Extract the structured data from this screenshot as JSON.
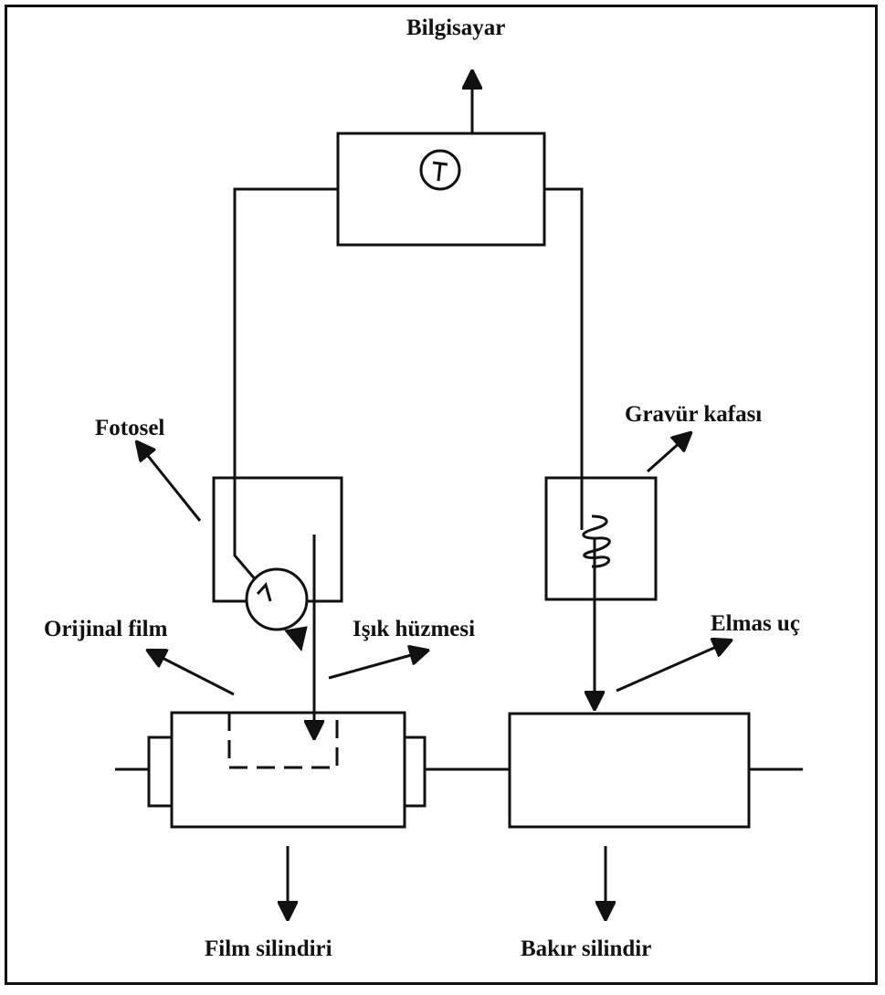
{
  "labels": {
    "computer": "Bilgisayar",
    "photocell": "Fotosel",
    "engraving_head": "Gravür kafası",
    "original_film": "Orijinal film",
    "light_beam": "Işık hüzmesi",
    "diamond_tip": "Elmas uç",
    "film_cylinder": "Film silindiri",
    "copper_cylinder": "Bakır silindir"
  },
  "colors": {
    "ink": "#111111",
    "background": "#ffffff"
  },
  "icons": {
    "meter": "meter-gauge-icon",
    "photocell": "photocell-icon",
    "coil": "coil-icon"
  }
}
